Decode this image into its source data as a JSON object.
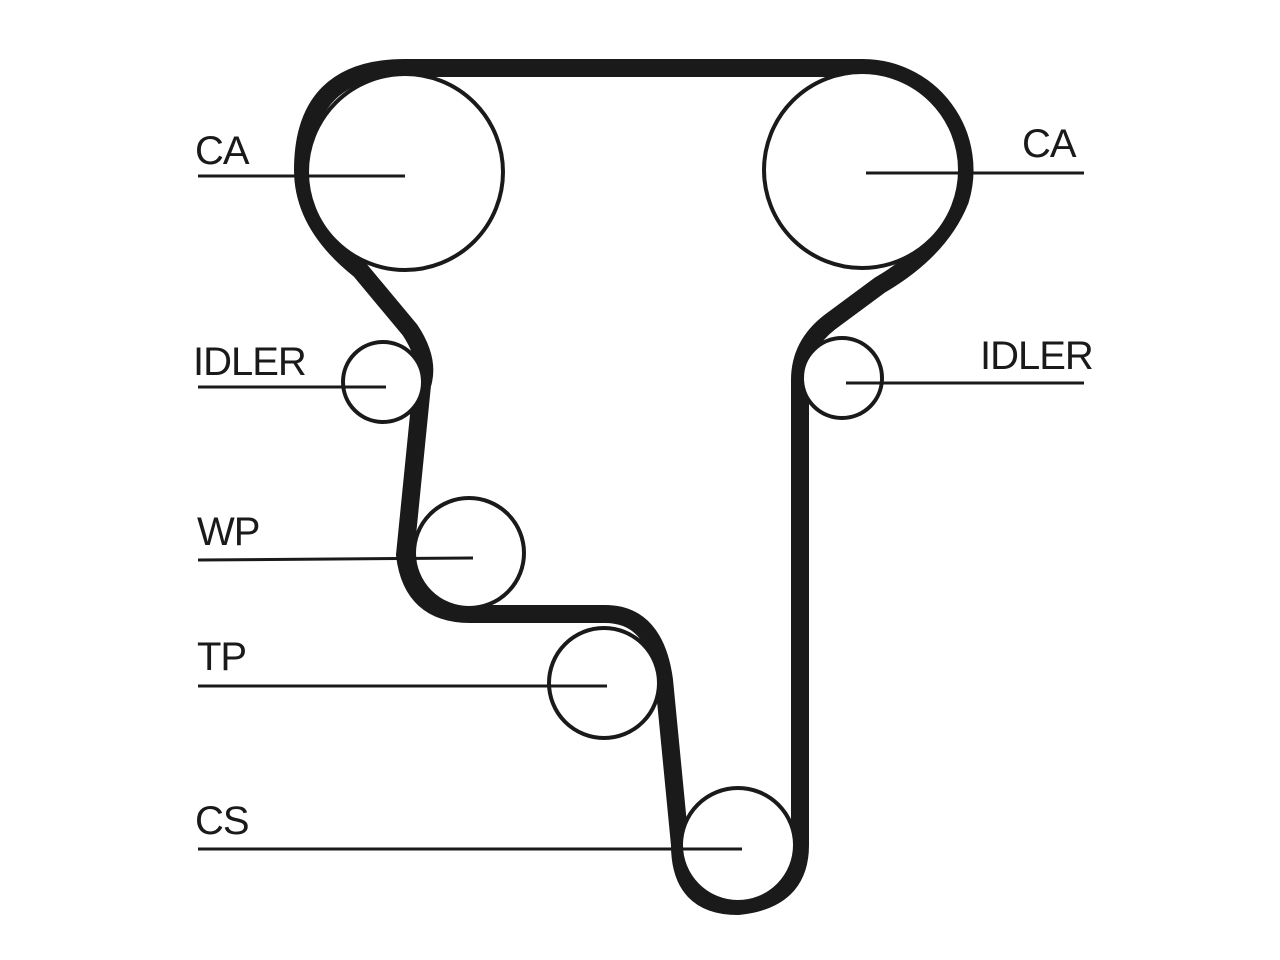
{
  "labels": {
    "ca_left": "CA",
    "ca_right": "CA",
    "idler_left": "IDLER",
    "idler_right": "IDLER",
    "wp": "WP",
    "tp": "TP",
    "cs": "CS"
  },
  "colors": {
    "line": "#1a1a1a",
    "background": "#ffffff"
  }
}
